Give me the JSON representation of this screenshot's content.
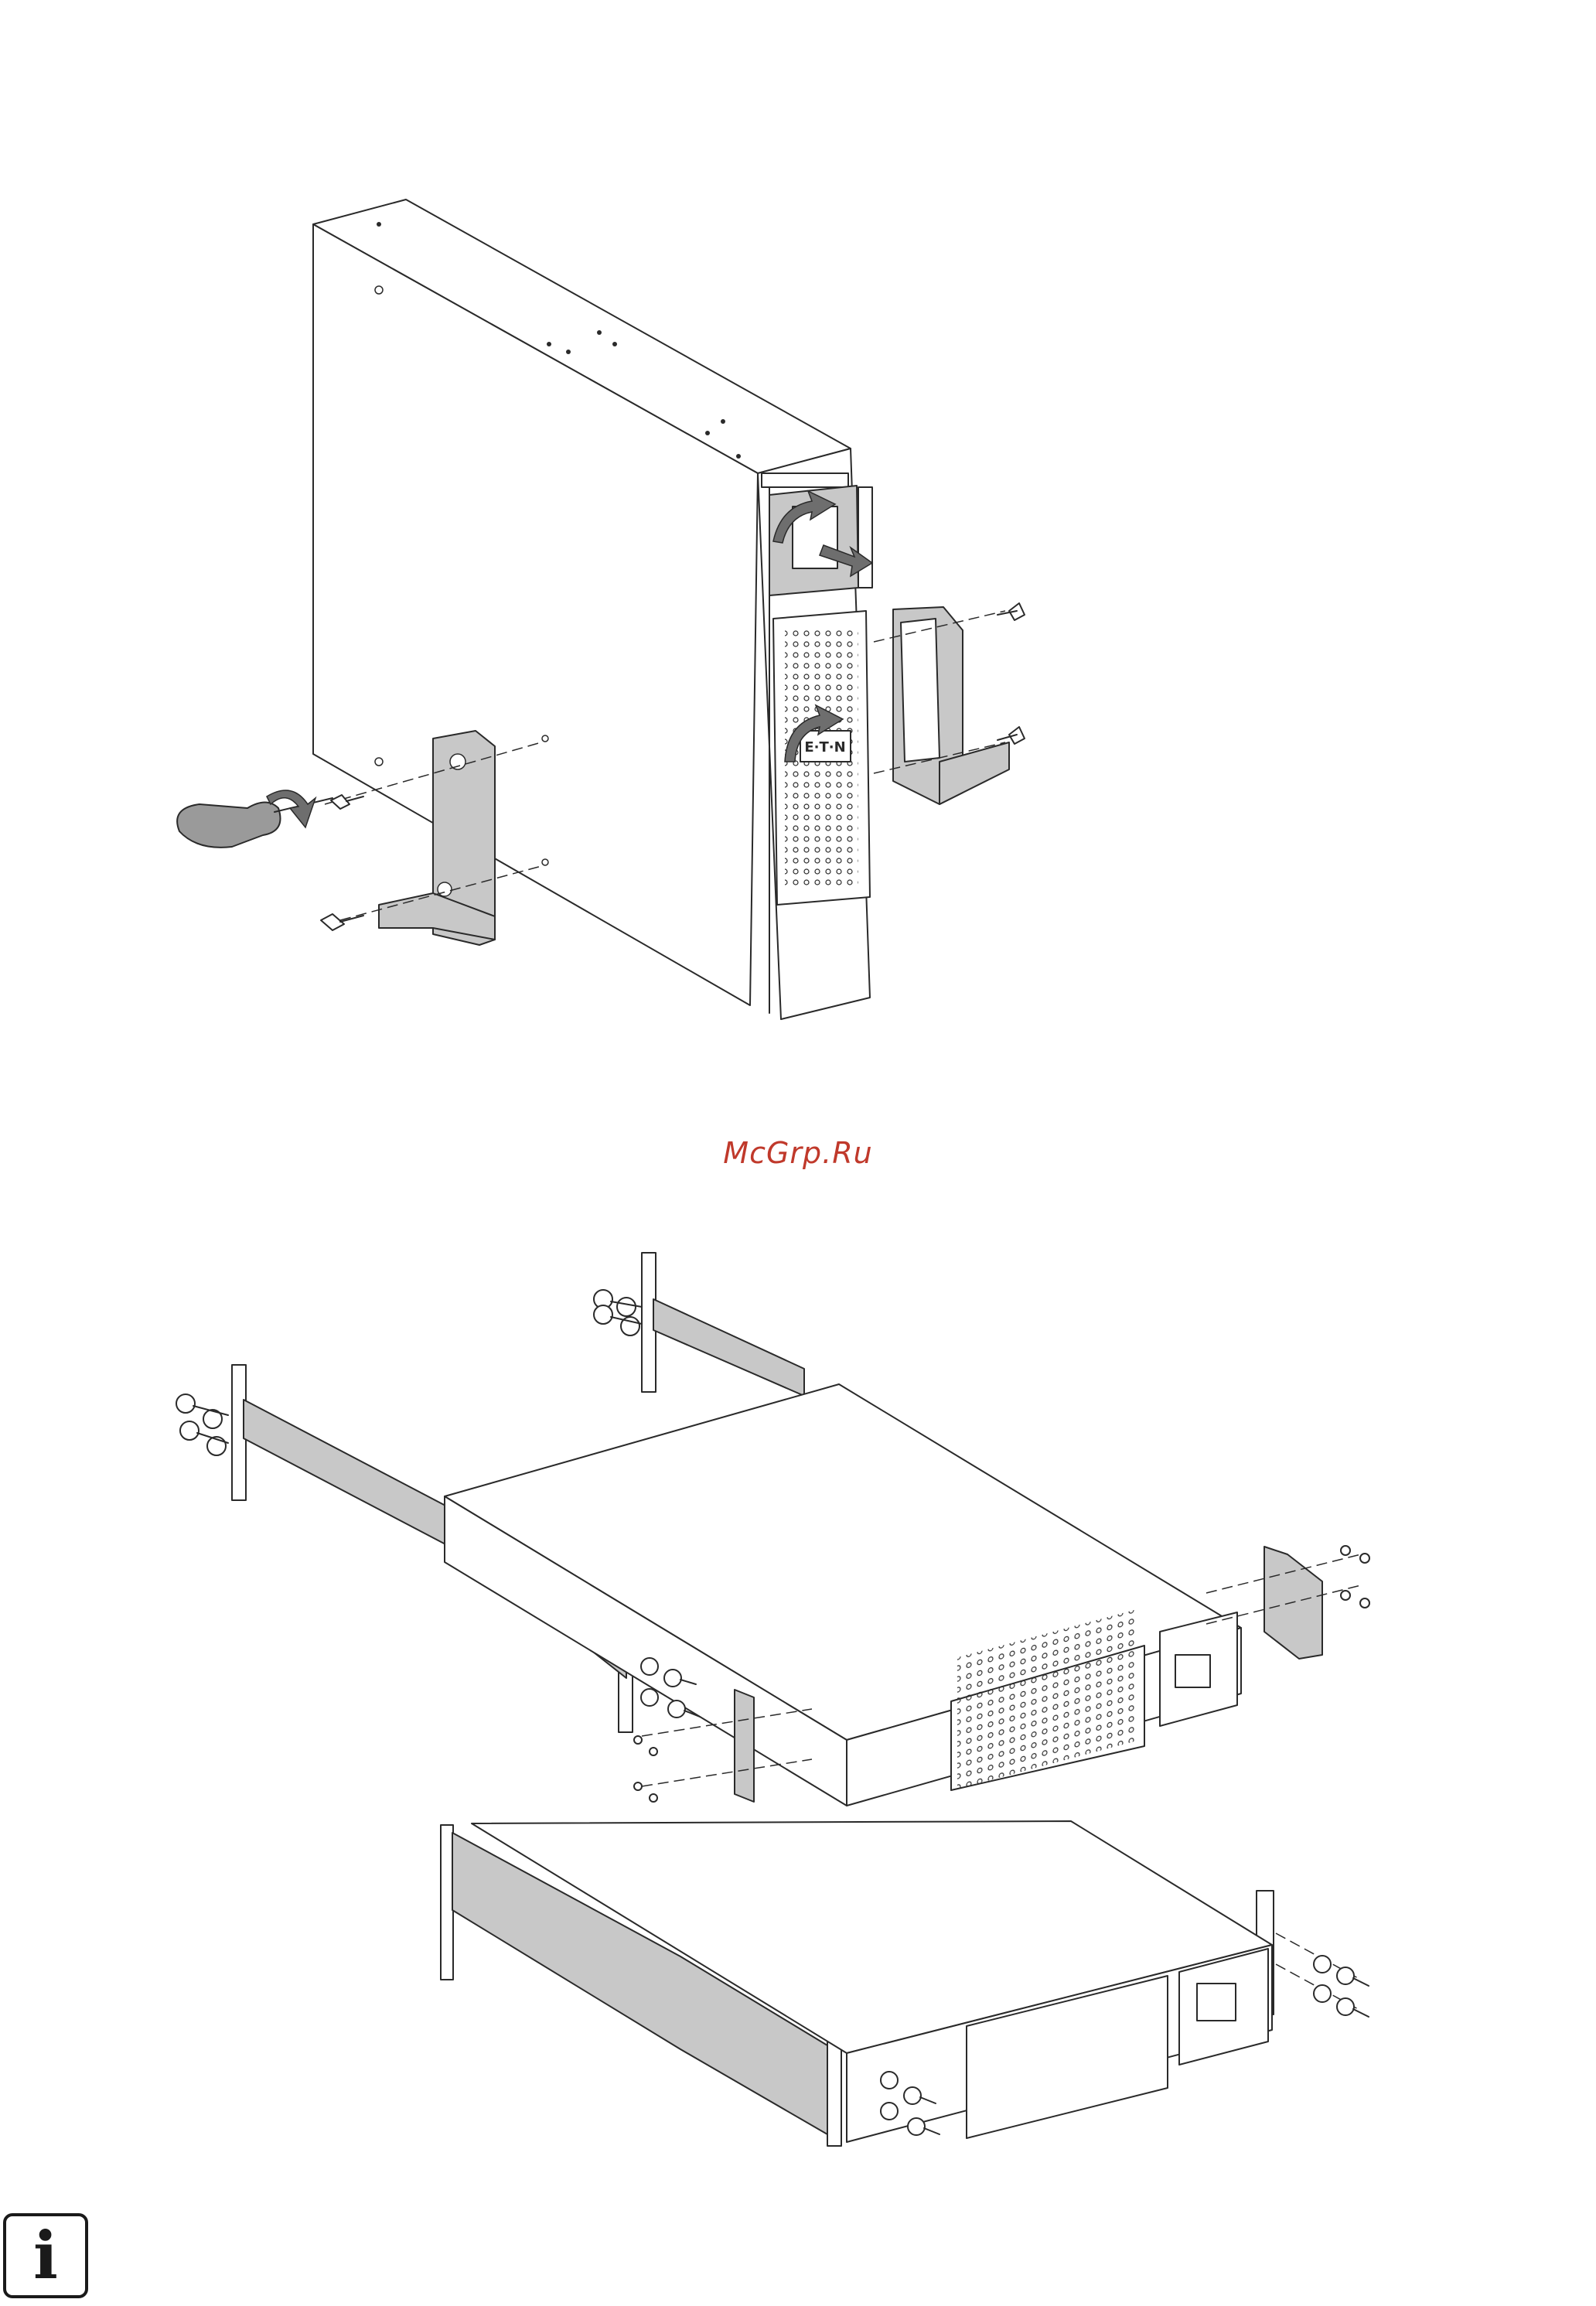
{
  "watermark": {
    "text": "McGrp.Ru",
    "color": "#c0392b"
  },
  "front_panel": {
    "brand_logo_text": "E·T·N",
    "buttons_icons": [
      "power-icon",
      "up-arrow-icon",
      "down-arrow-icon",
      "enter-icon"
    ]
  },
  "illustrations": [
    {
      "name": "tower-feet-installation",
      "icons": [
        "screwdriver-icon",
        "rotate-arrow-icon"
      ]
    },
    {
      "name": "rack-rail-installation"
    },
    {
      "name": "rack-mounted-unit"
    }
  ],
  "info_icon": {
    "glyph": "i",
    "icon": "info-icon"
  },
  "colors": {
    "line": "#2a2a2a",
    "bracket_fill": "#c8c8c8",
    "arrow_fill": "#6e6e6e"
  }
}
